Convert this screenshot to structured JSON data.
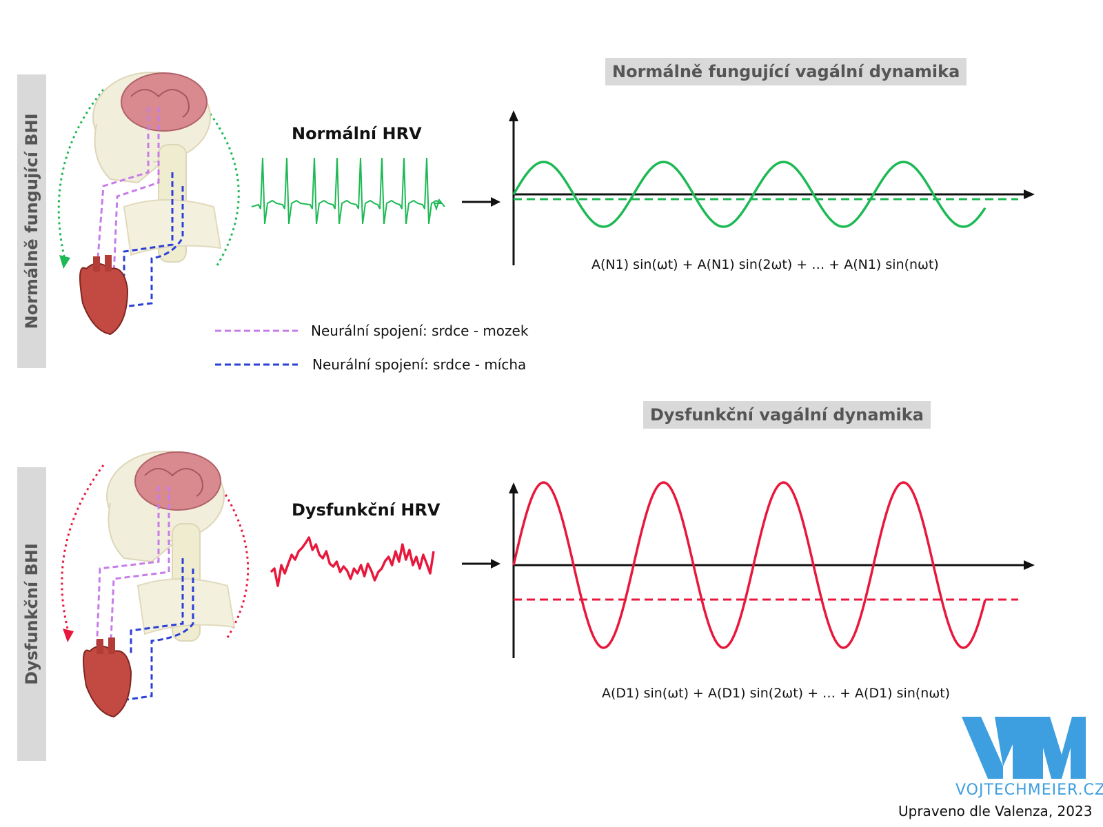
{
  "top": {
    "side_label": "Normálně fungující BHI",
    "section_title": "Normálně fungující vagální dynamika",
    "hrv_title": "Normální HRV",
    "formula": "A(N1) sin(ωt) + A(N1) sin(2ωt) + … + A(N1) sin(nωt)",
    "color": "#1db954"
  },
  "bottom": {
    "side_label": "Dysfunkční BHI",
    "section_title": "Dysfunkční vagální dynamika",
    "hrv_title": "Dysfunkční HRV",
    "formula": "A(D1) sin(ωt) + A(D1) sin(2ωt) + … + A(D1) sin(nωt)",
    "color": "#e8183c"
  },
  "legend": {
    "brain_label": "Neurální spojení: srdce - mozek",
    "brain_color": "#c77ce8",
    "spine_label": "Neurální spojení: srdce - mícha",
    "spine_color": "#2b3fd6"
  },
  "footer": {
    "logo_text": "VM",
    "brand": "VOJTECHMEIER.CZ",
    "brand_color": "#3d9ee0",
    "credit": "Upraveno dle Valenza, 2023"
  }
}
